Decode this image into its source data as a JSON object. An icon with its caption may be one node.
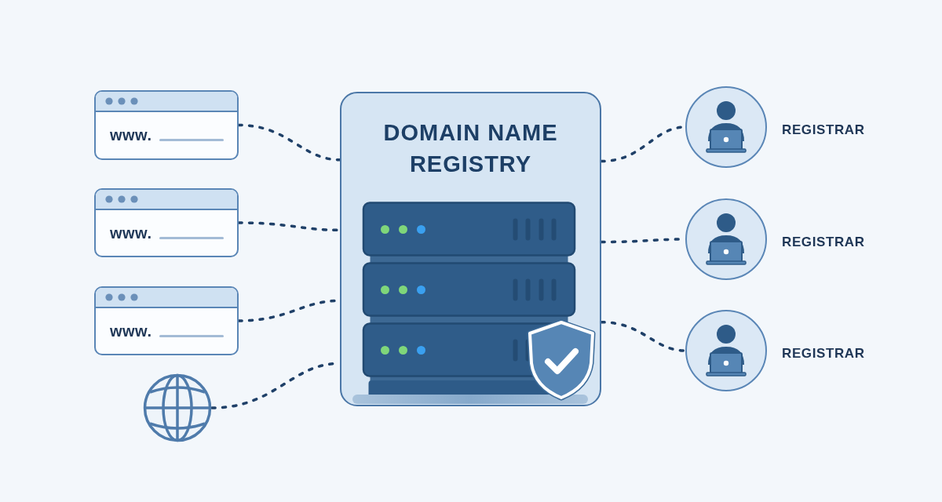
{
  "diagram": {
    "nodes": [
      {
        "text": [
          "www."
        ]
      },
      {
        "text": [
          "www."
        ]
      },
      {
        "text": [
          "www."
        ]
      },
      {
        "text": [],
        "shape": "picture"
      },
      {
        "text": [
          "DOMAIN NAME REGISTRY"
        ]
      },
      {
        "text": [],
        "shape": "person",
        "beside": [
          "REGISTRAR"
        ]
      },
      {
        "text": [],
        "shape": "person",
        "beside": [
          "REGISTRAR"
        ]
      },
      {
        "text": [],
        "shape": "person",
        "beside": [
          "REGISTRAR"
        ]
      }
    ],
    "edges": [
      {
        "from": 0,
        "to": 4,
        "arrow": "none",
        "style": "dashed"
      },
      {
        "from": 1,
        "to": 4,
        "arrow": "none",
        "style": "dashed"
      },
      {
        "from": 2,
        "to": 4,
        "arrow": "none",
        "style": "dashed"
      },
      {
        "from": 3,
        "to": 4,
        "arrow": "none",
        "style": "dashed"
      },
      {
        "from": 4,
        "to": 5,
        "arrow": "none",
        "style": "dashed"
      },
      {
        "from": 4,
        "to": 6,
        "arrow": "none",
        "style": "dashed"
      },
      {
        "from": 4,
        "to": 7,
        "arrow": "none",
        "style": "dashed"
      }
    ]
  }
}
